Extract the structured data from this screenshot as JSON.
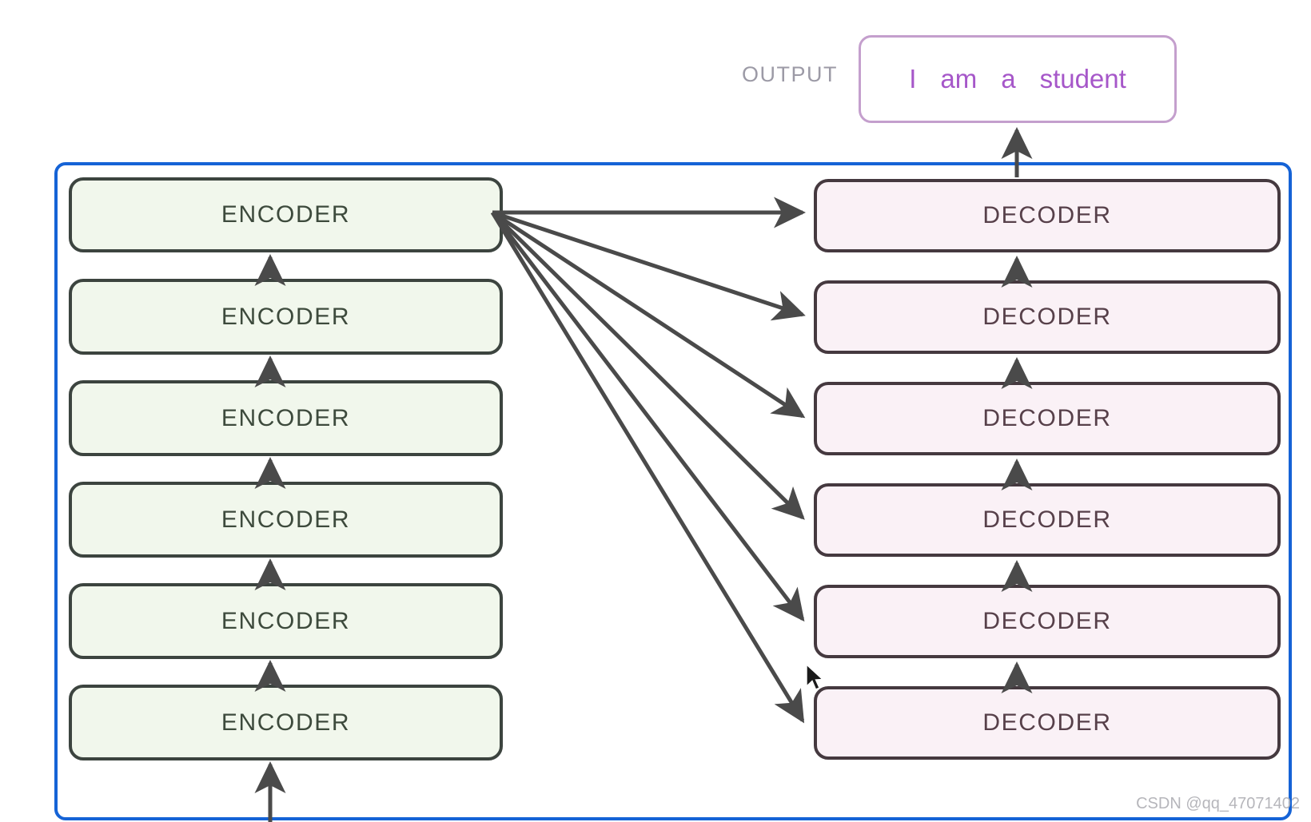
{
  "diagram": {
    "title": "Transformer encoder-decoder stack",
    "colors": {
      "container_border": "#1563d6",
      "encoder_fill": "#f1f7ec",
      "encoder_border": "#3c443f",
      "encoder_text": "#3d4a3c",
      "decoder_fill": "#faf1f6",
      "decoder_border": "#45393f",
      "decoder_text": "#57404a",
      "output_border": "#c49fcd",
      "output_text": "#a657c9",
      "arrow": "#4a4a4a",
      "label_text": "#9c9aa6",
      "watermark_text": "#b6b6bb"
    }
  },
  "output": {
    "label": "OUTPUT",
    "tokens": [
      "I",
      "am",
      "a",
      "student"
    ]
  },
  "encoder_stack": {
    "label": "encoder-stack",
    "count": 6,
    "blocks": [
      {
        "label": "ENCODER"
      },
      {
        "label": "ENCODER"
      },
      {
        "label": "ENCODER"
      },
      {
        "label": "ENCODER"
      },
      {
        "label": "ENCODER"
      },
      {
        "label": "ENCODER"
      }
    ]
  },
  "decoder_stack": {
    "label": "decoder-stack",
    "count": 6,
    "blocks": [
      {
        "label": "DECODER"
      },
      {
        "label": "DECODER"
      },
      {
        "label": "DECODER"
      },
      {
        "label": "DECODER"
      },
      {
        "label": "DECODER"
      },
      {
        "label": "DECODER"
      }
    ]
  },
  "watermark": {
    "text": "CSDN @qq_47071402"
  }
}
